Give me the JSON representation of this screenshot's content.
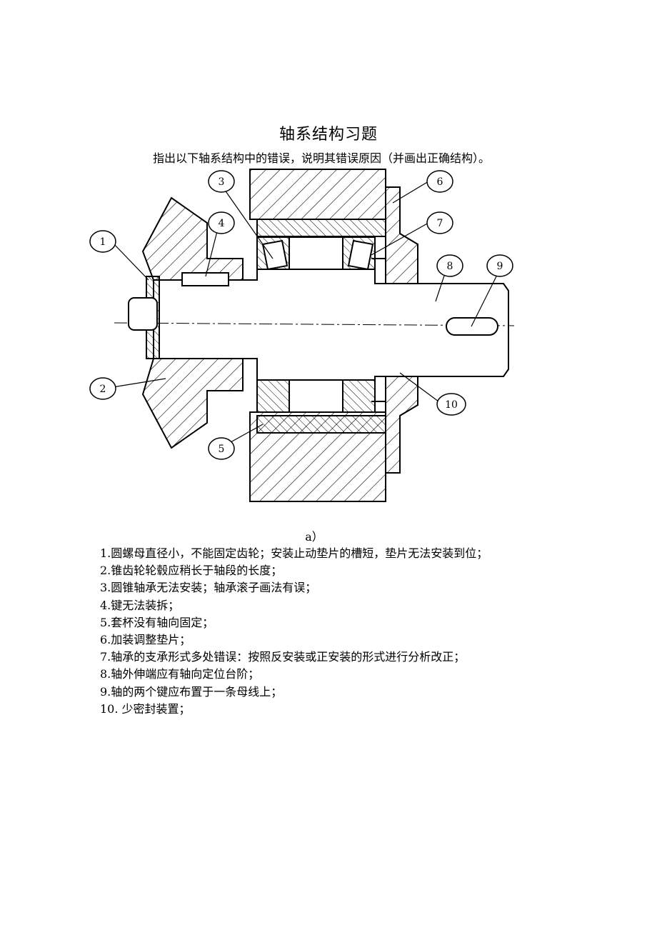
{
  "title": "轴系结构习题",
  "subtitle": "指出以下轴系结构中的错误，说明其错误原因（并画出正确结构）。",
  "figure": {
    "caption": "a）",
    "callouts": [
      "1",
      "2",
      "3",
      "4",
      "5",
      "6",
      "7",
      "8",
      "9",
      "10"
    ]
  },
  "answers": [
    "1.圆螺母直径小，不能固定齿轮；安装止动垫片的槽短，垫片无法安装到位；",
    "2.锥齿轮轮毂应稍长于轴段的长度；",
    "3.圆锥轴承无法安装；轴承滚子画法有误；",
    "4.键无法装拆；",
    "5.套杯没有轴向固定；",
    "6.加装调整垫片；",
    "7.轴承的支承形式多处错误：按照反安装或正安装的形式进行分析改正；",
    "8.轴外伸端应有轴向定位台阶；",
    "9.轴的两个键应布置于一条母线上；",
    "10.  少密封装置；"
  ]
}
